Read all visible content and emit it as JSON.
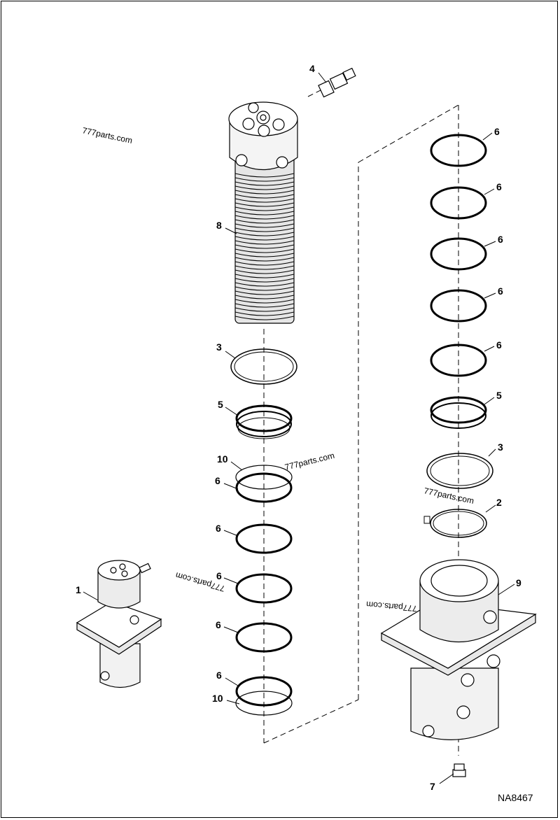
{
  "drawing_code": "NA8467",
  "watermarks": [
    "777parts.com",
    "777parts.com",
    "777parts.com",
    "777parts.com",
    "777parts.com"
  ],
  "callouts": [
    "4",
    "8",
    "3",
    "5",
    "10",
    "6",
    "6",
    "6",
    "6",
    "6",
    "10",
    "1",
    "6",
    "6",
    "6",
    "6",
    "6",
    "5",
    "3",
    "2",
    "9",
    "7"
  ]
}
